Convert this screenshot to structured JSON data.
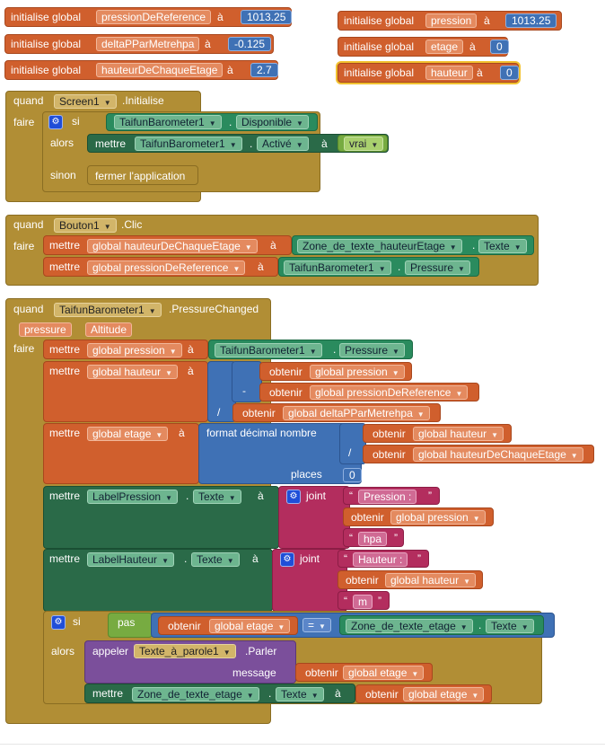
{
  "globals": {
    "left": [
      {
        "kw": "initialise global",
        "name": "pressionDeReference",
        "to": "à",
        "value": "1013.25"
      },
      {
        "kw": "initialise global",
        "name": "deltaPParMetrehpa",
        "to": "à",
        "value": "-0.125"
      },
      {
        "kw": "initialise global",
        "name": "hauteurDeChaqueEtage",
        "to": "à",
        "value": "2.7"
      }
    ],
    "right": [
      {
        "kw": "initialise global",
        "name": "pression",
        "to": "à",
        "value": "1013.25"
      },
      {
        "kw": "initialise global",
        "name": "etage",
        "to": "à",
        "value": "0"
      },
      {
        "kw": "initialise global",
        "name": "hauteur",
        "to": "à",
        "value": "0"
      }
    ]
  },
  "ev1": {
    "quand": "quand",
    "component": "Screen1",
    "event": ".Initialise",
    "faire": "faire",
    "si": "si",
    "alors": "alors",
    "sinon": "sinon",
    "cond_comp": "TaifunBarometer1",
    "cond_prop": "Disponible",
    "set_kw": "mettre",
    "set_comp": "TaifunBarometer1",
    "set_prop": "Activé",
    "to": "à",
    "value": "vrai",
    "else_action": "fermer l'application"
  },
  "ev2": {
    "quand": "quand",
    "component": "Bouton1",
    "event": ".Clic",
    "faire": "faire",
    "row1": {
      "set": "mettre",
      "var": "global hauteurDeChaqueEtage",
      "to": "à",
      "comp": "Zone_de_texte_hauteurEtage",
      "prop": "Texte"
    },
    "row2": {
      "set": "mettre",
      "var": "global pressionDeReference",
      "to": "à",
      "comp": "TaifunBarometer1",
      "prop": "Pressure"
    }
  },
  "ev3": {
    "quand": "quand",
    "component": "TaifunBarometer1",
    "event": ".PressureChanged",
    "params": [
      "pressure",
      "Altitude"
    ],
    "faire": "faire",
    "s1": {
      "set": "mettre",
      "var": "global pression",
      "to": "à",
      "comp": "TaifunBarometer1",
      "prop": "Pressure"
    },
    "s2": {
      "set": "mettre",
      "var": "global hauteur",
      "to": "à",
      "minus": "-",
      "div": "/",
      "get": "obtenir",
      "a": "global pression",
      "b": "global pressionDeReference",
      "c": "global deltaPParMetrehpa"
    },
    "s3": {
      "set": "mettre",
      "var": "global etage",
      "to": "à",
      "fmt": "format décimal nombre",
      "div": "/",
      "get": "obtenir",
      "a": "global hauteur",
      "b": "global hauteurDeChaqueEtage",
      "places": "places",
      "places_val": "0"
    },
    "s4": {
      "set": "mettre",
      "comp": "LabelPression",
      "prop": "Texte",
      "to": "à",
      "joint": "joint",
      "str1": "Pression : ",
      "get": "obtenir",
      "var": "global pression",
      "str2": "hpa",
      "q": "“",
      "q2": "”"
    },
    "s5": {
      "set": "mettre",
      "comp": "LabelHauteur",
      "prop": "Texte",
      "to": "à",
      "joint": "joint",
      "str1": "Hauteur : ",
      "get": "obtenir",
      "var": "global hauteur",
      "str2": "m"
    },
    "s6": {
      "si": "si",
      "alors": "alors",
      "pas": "pas",
      "get": "obtenir",
      "var": "global etage",
      "eq": "=",
      "comp": "Zone_de_texte_etage",
      "prop": "Texte",
      "call": "appeler",
      "call_comp": "Texte_à_parole1",
      "method": ".Parler",
      "message": "message",
      "set": "mettre",
      "set_comp": "Zone_de_texte_etage",
      "set_prop": "Texte",
      "to": "à"
    }
  }
}
